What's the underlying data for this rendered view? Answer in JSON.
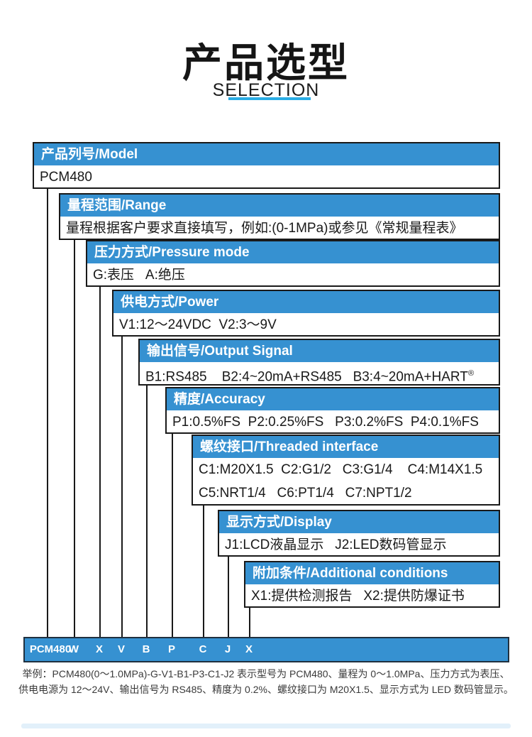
{
  "page": {
    "title": "产品选型",
    "subtitle": "SELECTION",
    "accent_color": "#3691d1",
    "underline_color": "#2aade5"
  },
  "cascade": {
    "boxes": [
      {
        "header": "产品列号/Model",
        "lines": [
          "PCM480"
        ]
      },
      {
        "header": "量程范围/Range",
        "lines": [
          "量程根据客户要求直接填写，例如:(0-1MPa)或参见《常规量程表》"
        ]
      },
      {
        "header": "压力方式/Pressure mode",
        "lines": [
          "G:表压   A:绝压"
        ]
      },
      {
        "header": "供电方式/Power",
        "lines": [
          "V1:12～24VDC  V2:3～9V"
        ]
      },
      {
        "header": "输出信号/Output Signal",
        "lines": [
          "B1:RS485    B2:4~20mA+RS485   B3:4~20mA+HART®"
        ]
      },
      {
        "header": "精度/Accuracy",
        "lines": [
          "P1:0.5%FS  P2:0.25%FS   P3:0.2%FS  P4:0.1%FS"
        ]
      },
      {
        "header": "螺纹接口/Threaded interface",
        "lines": [
          "C1:M20X1.5  C2:G1/2   C3:G1/4    C4:M14X1.5",
          "C5:NRT1/4   C6:PT1/4   C7:NPT1/2"
        ]
      },
      {
        "header": "显示方式/Display",
        "lines": [
          "J1:LCD液晶显示   J2:LED数码管显示"
        ]
      },
      {
        "header": "附加条件/Additional conditions",
        "lines": [
          "X1:提供检测报告   X2:提供防爆证书"
        ]
      }
    ]
  },
  "model_bar": {
    "codes": [
      "PCM480",
      "W",
      "X",
      "V",
      "B",
      "P",
      "C",
      "J",
      "X"
    ]
  },
  "example": {
    "line1": "举例：PCM480(0～1.0MPa)-G-V1-B1-P3-C1-J2 表示型号为 PCM480、量程为 0～1.0MPa、压力方式为表压、",
    "line2": "供电电源为 12～24V、输出信号为 RS485、精度为 0.2%、螺纹接口为 M20X1.5、显示方式为 LED 数码管显示。"
  }
}
